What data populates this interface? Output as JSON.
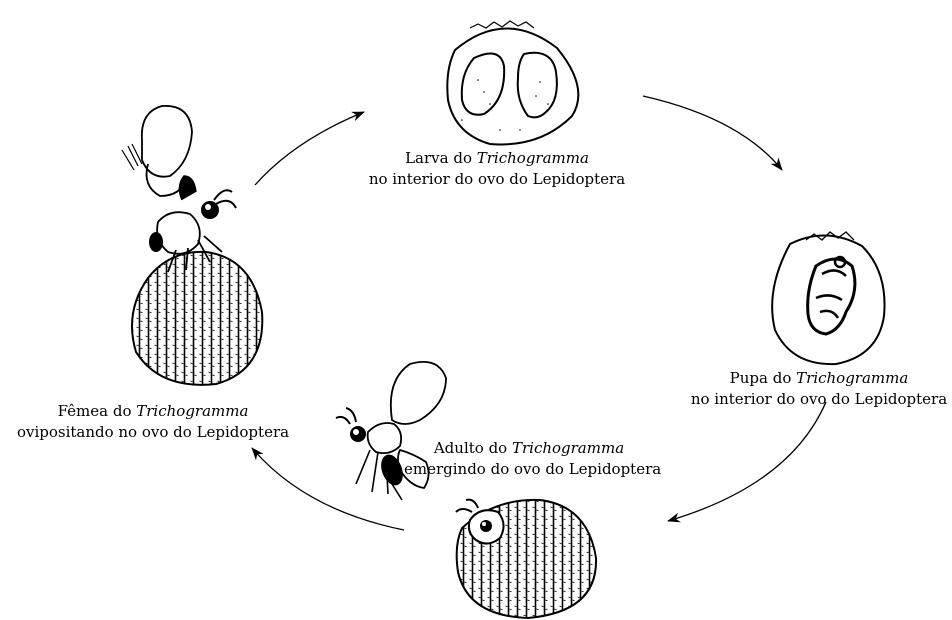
{
  "diagram": {
    "stages": {
      "larva": {
        "line1_prefix": "Larva do ",
        "line1_species": "Trichogramma",
        "line2": "no interior do ovo do Lepidoptera",
        "illustration_icon": "egg-with-two-larvae-icon"
      },
      "pupa": {
        "line1_prefix": "Pupa do ",
        "line1_species": "Trichogramma",
        "line2": "no interior do ovo do Lepidoptera",
        "illustration_icon": "egg-with-pupa-icon"
      },
      "adulto": {
        "line1_prefix": "Adulto do ",
        "line1_species": "Trichogramma",
        "line2": "emergindo do ovo do Lepidoptera",
        "illustration_icon": "ribbed-egg-emerging-wasp-icon"
      },
      "femea": {
        "line1_prefix": "Fêmea do ",
        "line1_species": "Trichogramma",
        "line2": "ovipositando no ovo do Lepidoptera",
        "illustration_icon": "wasp-on-ribbed-egg-icon"
      }
    },
    "cycle_order": [
      "femea",
      "larva",
      "pupa",
      "adulto"
    ],
    "line_color": "#000000",
    "background_color": "#ffffff"
  }
}
